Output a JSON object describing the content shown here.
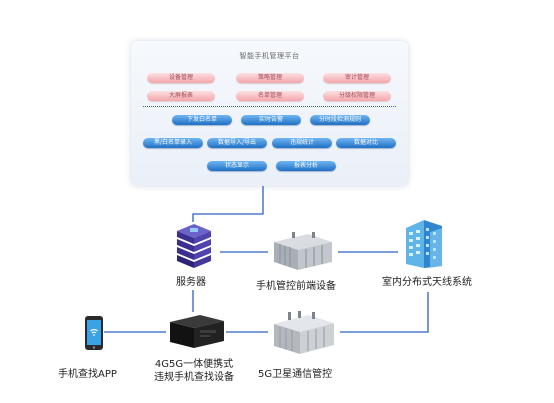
{
  "platform": {
    "title": "智能手机管理平台",
    "pink_row1": [
      "设备管理",
      "策略管理",
      "审计管理"
    ],
    "pink_row2": [
      "大屏报表",
      "名单管理",
      "分级权限管理"
    ],
    "blue_row1": [
      "下发白名单",
      "实时告警",
      "分时段检测规则"
    ],
    "blue_row2": [
      "黑/白名单录入",
      "数据导入/导出",
      "违规统计",
      "数据对比"
    ],
    "blue_row3": [
      "状态显示",
      "报表分析"
    ]
  },
  "nodes": {
    "server": "服务器",
    "front_device": "手机管控前端设备",
    "indoor_system": "室内分布式天线系统",
    "portable_line1": "4G5G一体便携式",
    "portable_line2": "违规手机查找设备",
    "app": "手机查找APP",
    "satellite": "5G卫星通信管控"
  },
  "colors": {
    "line": "#2d5fc4",
    "accent_blue": "#1f6fc4",
    "accent_pink": "#f3a6ac"
  }
}
